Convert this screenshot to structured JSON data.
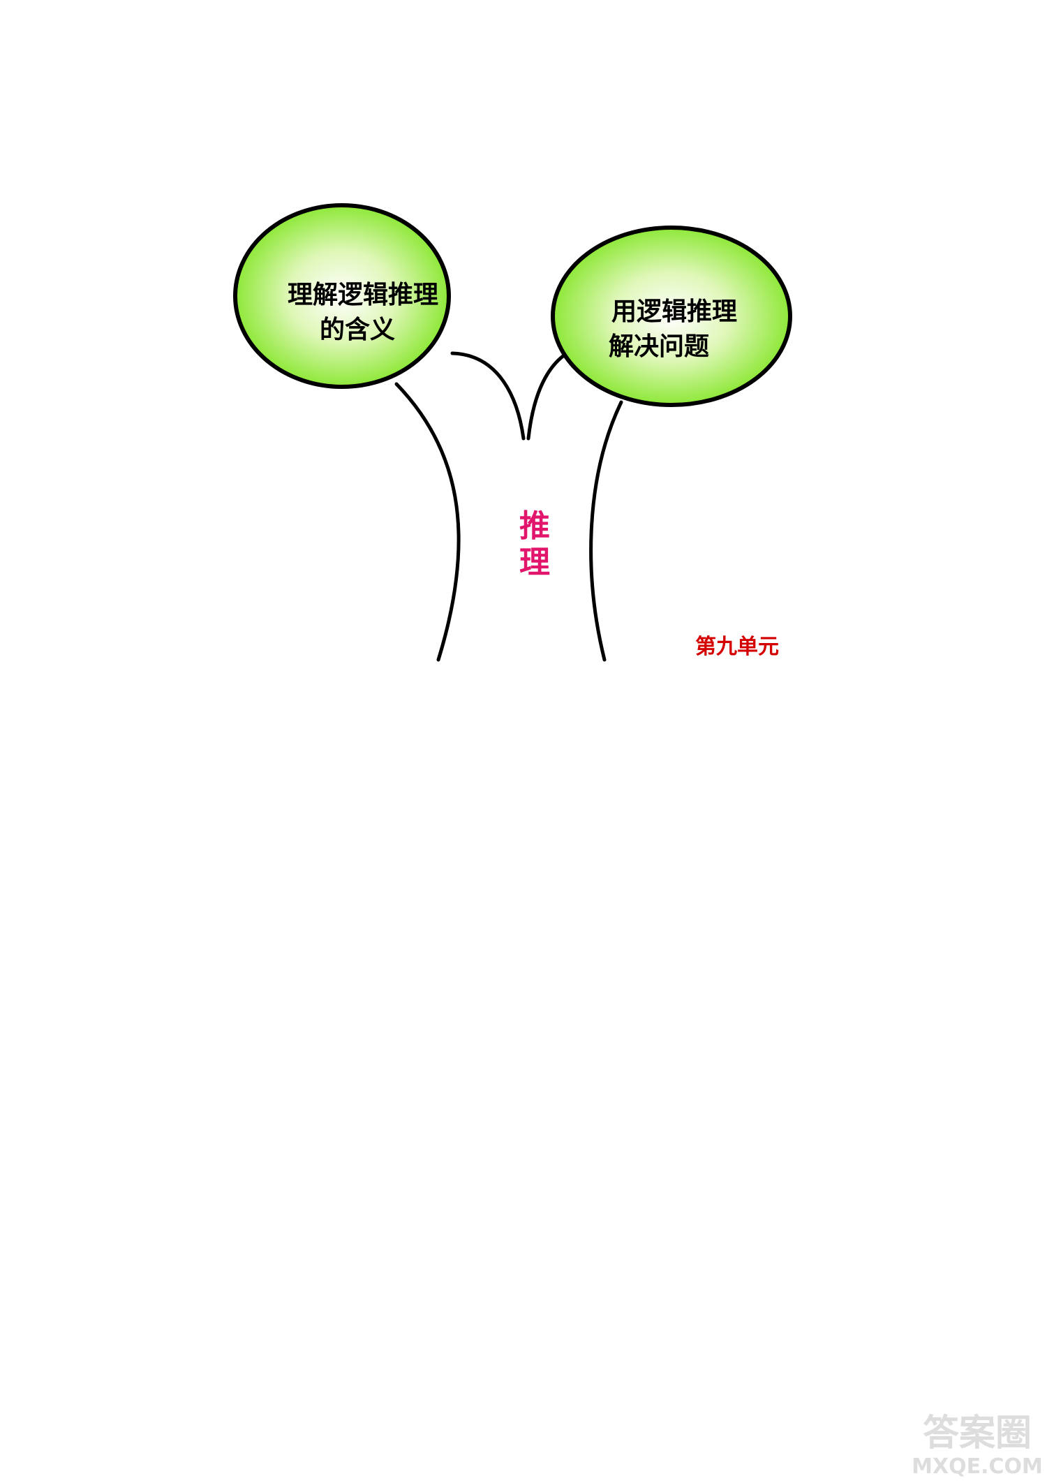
{
  "colors": {
    "bubble_center": "#ffffff",
    "bubble_edge": "#7ee51f",
    "bubble_stroke": "#000000",
    "trunk_stroke": "#000000",
    "trunk_label": "#e0156b",
    "unit_label": "#d40000",
    "watermark": "#d8d8d8"
  },
  "nodes": {
    "left": {
      "lines": [
        "理解逻辑推理",
        "的含义"
      ]
    },
    "right": {
      "lines": [
        "用逻辑推理",
        "解决问题"
      ]
    }
  },
  "trunk": {
    "lines": [
      "推",
      "理"
    ]
  },
  "unit_label": "第九单元",
  "watermark": {
    "top": "答案圈",
    "bottom": "MXQE.COM"
  }
}
